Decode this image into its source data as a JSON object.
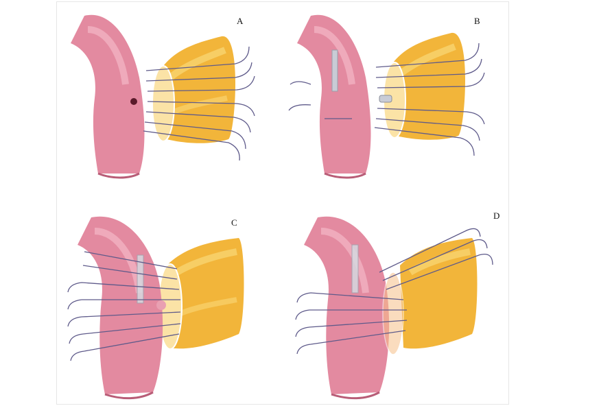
{
  "figure": {
    "panels": [
      {
        "id": "a",
        "label": "A"
      },
      {
        "id": "b",
        "label": "B"
      },
      {
        "id": "c",
        "label": "C"
      },
      {
        "id": "d",
        "label": "D"
      }
    ]
  },
  "colors": {
    "bowel": "#e38aa0",
    "bowel_shadow": "#b85d77",
    "fat": "#f2b53a",
    "fat_light": "#fad978",
    "suture": "#5e5a8a",
    "stent": "#c9ccd6"
  }
}
